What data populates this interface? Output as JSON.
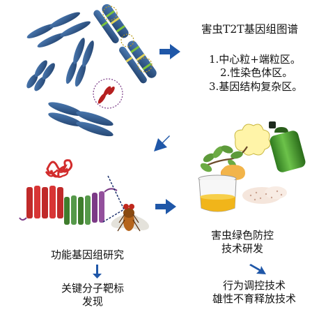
{
  "genome_panel": {
    "title": "害虫T2T基因组图谱",
    "items": [
      "1.中心粒+端粒区。",
      "2.性染色体区。",
      "3.基因结构复杂区。"
    ]
  },
  "functional_genomics": {
    "title": "功能基因组研究",
    "outcome_line1": "关键分子靶标",
    "outcome_line2": "发现"
  },
  "green_control": {
    "title_line1": "害虫绿色防控",
    "title_line2": "技术研发",
    "outcome_line1": "行为调控技术",
    "outcome_line2": "雄性不育释放技术"
  },
  "colors": {
    "chromosome": "#2e5a8f",
    "arrow": "#1f57a8",
    "band_green": "#7cc23c",
    "band_yellow": "#e2d35a",
    "sex_chromosome": "#b51f1f",
    "protein_red": "#d22c2c",
    "protein_green": "#4b8a35",
    "protein_purple": "#7c3a86",
    "spray_can": "#3f9a2a",
    "trap_fluid": "#f1b51a"
  }
}
